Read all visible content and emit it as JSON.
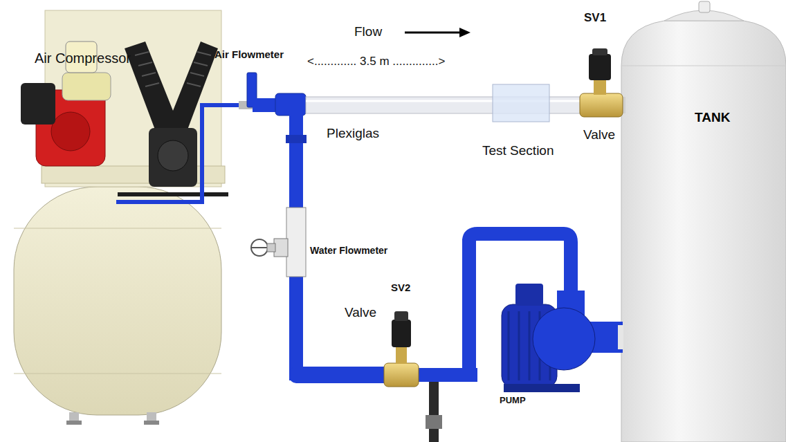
{
  "diagram": {
    "nodes": [
      {
        "text": [
          "TANK"
        ]
      }
    ],
    "labels": [
      "Air Compressor",
      "Air Flowmeter",
      "Flow",
      "<............. 3.5 m ..............>",
      "Plexiglas",
      "Test Section",
      "SV1",
      "Valve",
      "Water Flowmeter",
      "SV2",
      "Valve",
      "PUMP"
    ]
  }
}
